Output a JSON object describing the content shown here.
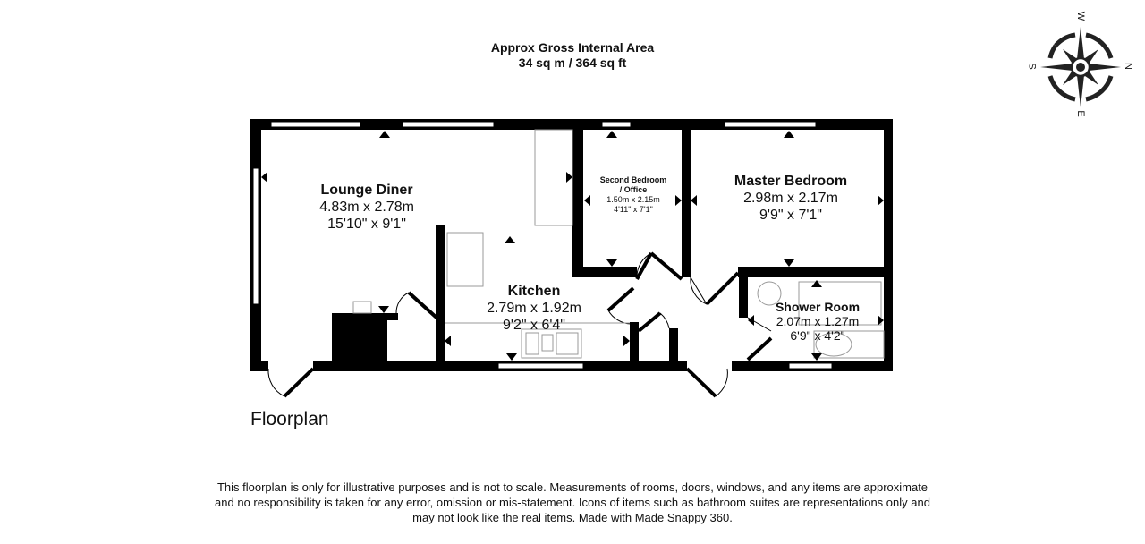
{
  "header": {
    "title": "Approx Gross Internal Area",
    "area": "34 sq m / 364 sq ft"
  },
  "compass": {
    "labels": {
      "top": "W",
      "right": "N",
      "bottom": "E",
      "left": "S"
    }
  },
  "rooms": [
    {
      "name": "Lounge Diner",
      "metric": "4.83m x 2.78m",
      "imperial": "15'10\" x 9'1\""
    },
    {
      "name": "Kitchen",
      "metric": "2.79m x 1.92m",
      "imperial": "9'2\" x 6'4\""
    },
    {
      "name": "Second Bedroom",
      "name2": "/ Office",
      "metric": "1.50m x 2.15m",
      "imperial": "4'11\" x 7'1\""
    },
    {
      "name": "Master Bedroom",
      "metric": "2.98m x 2.17m",
      "imperial": "9'9\" x 7'1\""
    },
    {
      "name": "Shower Room",
      "metric": "2.07m x 1.27m",
      "imperial": "6'9\" x 4'2\""
    }
  ],
  "floor_label": "Floorplan",
  "disclaimer": [
    "This floorplan is only for illustrative purposes and is not to scale. Measurements of rooms, doors, windows, and any items are approximate",
    "and no responsibility is taken for any error, omission or mis-statement. Icons of items such as bathroom suites are representations only and",
    "may not look like the real items. Made with Made Snappy 360."
  ],
  "colors": {
    "wall": "#000000",
    "fixture": "#999999"
  }
}
